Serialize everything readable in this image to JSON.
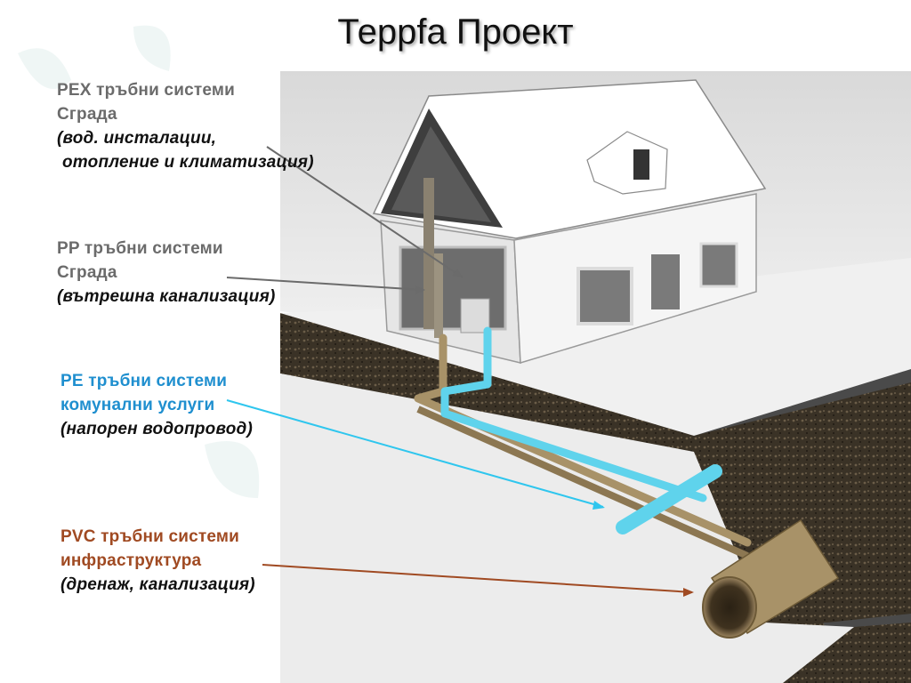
{
  "title": "Терpfa Проект",
  "labels": [
    {
      "name": "pex-label",
      "lines": [
        "PEX тръбни системи",
        "Сграда",
        "(вод. инсталации,",
        "отопление и климатизация)"
      ],
      "color": "#6b6b6b"
    },
    {
      "name": "pp-label",
      "lines": [
        "PP тръбни системи",
        "Сграда",
        "(вътрешна канализация)"
      ],
      "color": "#6b6b6b"
    },
    {
      "name": "pe-label",
      "lines": [
        "PE тръбни системи",
        "комунални услуги",
        "(напорен водопровод)"
      ],
      "color": "#1f8fcf"
    },
    {
      "name": "pvc-label",
      "lines": [
        "PVC тръбни системи",
        "инфраструктура",
        "(дренаж, канализация)"
      ],
      "color": "#a04a22"
    }
  ],
  "colors": {
    "pe_pipe": "#5fd3ec",
    "pvc_pipe": "#a89268",
    "road": "#4a4a4a",
    "soil": "#3d3428"
  }
}
